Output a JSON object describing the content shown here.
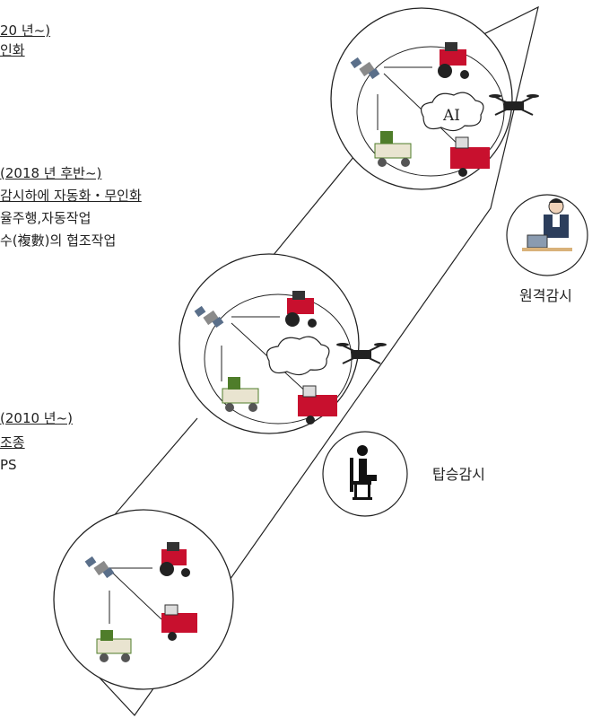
{
  "stage3": {
    "heading": "20 년~)",
    "line1": "인화"
  },
  "stage2": {
    "heading": "(2018 년  후반~)",
    "line1": "감시하에  자동화・무인화",
    "line2": "율주행,자동작업",
    "line3": "수(複數)의  협조작업"
  },
  "stage1": {
    "heading": "(2010 년~)",
    "line1": " 조종",
    "line2": "PS"
  },
  "cloud_label": "AI",
  "monitor": {
    "remote": "원격감시",
    "onboard": "탑승감시"
  },
  "colors": {
    "tractor": "#c8102e",
    "combine": "#c8102e",
    "drone": "#222222",
    "satellite": "#5a6f8a",
    "planter": "#4f7d2a"
  }
}
